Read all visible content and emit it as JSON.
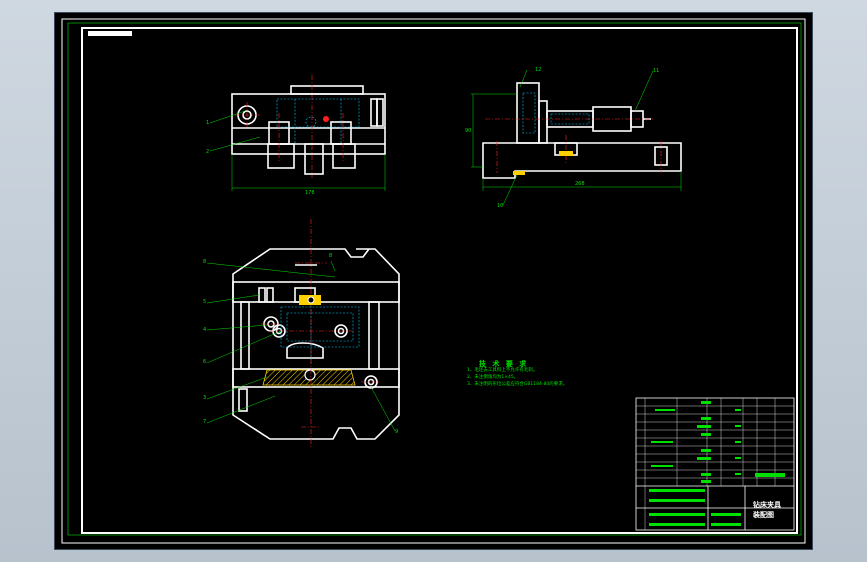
{
  "drawing": {
    "technical_requirements": {
      "heading": "技 术 要 求",
      "items": [
        "1、毛坯去工具料上不允许有毛刺。",
        "2、未注倒角均为1×45。",
        "3、未注明的形位公差应符合GB1184-80的要求。"
      ]
    },
    "title_block": {
      "title_line1": "钻床夹具",
      "title_line2": "装配图"
    },
    "dimensions": {
      "top_view_width": "178",
      "side_view_length": "268",
      "side_view_height": "90"
    },
    "callouts": {
      "top_view": [
        "1",
        "2"
      ],
      "side_view": [
        "10",
        "11",
        "12"
      ],
      "plan_view": [
        "8",
        "5",
        "4",
        "6",
        "3",
        "7",
        "9",
        "8"
      ]
    },
    "colors": {
      "background": "#000000",
      "outline": "#ffffff",
      "centerline": "#ff2020",
      "hidden": "#00c8ff",
      "leader": "#00e000",
      "hatch": "#ffd000"
    }
  }
}
